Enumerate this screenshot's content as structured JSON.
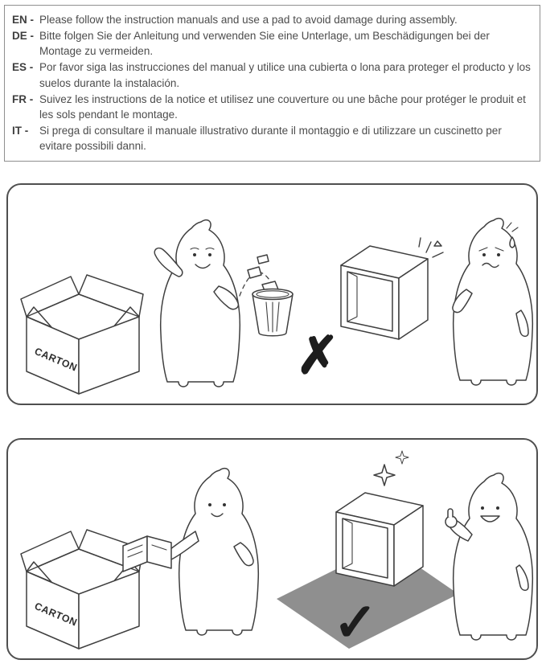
{
  "notice": {
    "items": [
      {
        "label": "EN -",
        "text": "Please follow the instruction manuals and use a pad to avoid damage during assembly."
      },
      {
        "label": "DE -",
        "text": "Bitte folgen Sie der Anleitung und verwenden Sie eine Unterlage, um Beschädigungen bei der Montage zu vermeiden."
      },
      {
        "label": "ES -",
        "text": "Por favor siga las instrucciones del manual y utilice una cubierta o lona para proteger el producto y los suelos durante la instalación."
      },
      {
        "label": "FR -",
        "text": "Suivez les instructions de la notice et utilisez une couverture ou une bâche pour protéger le produit et les sols pendant le montage."
      },
      {
        "label": "IT -",
        "text": "Si prega di consultare il manuale illustrativo durante il montaggio e di utilizzare un cuscinetto per evitare possibili danni."
      }
    ]
  },
  "panel_wrong": {
    "carton_label": "CARTON",
    "mark": "✗"
  },
  "panel_correct": {
    "carton_label": "CARTON",
    "mark": "✓"
  },
  "colors": {
    "line": "#3f3f3f",
    "pad_gray": "#8f8f8f",
    "text_gray": "#4c4c4c"
  }
}
